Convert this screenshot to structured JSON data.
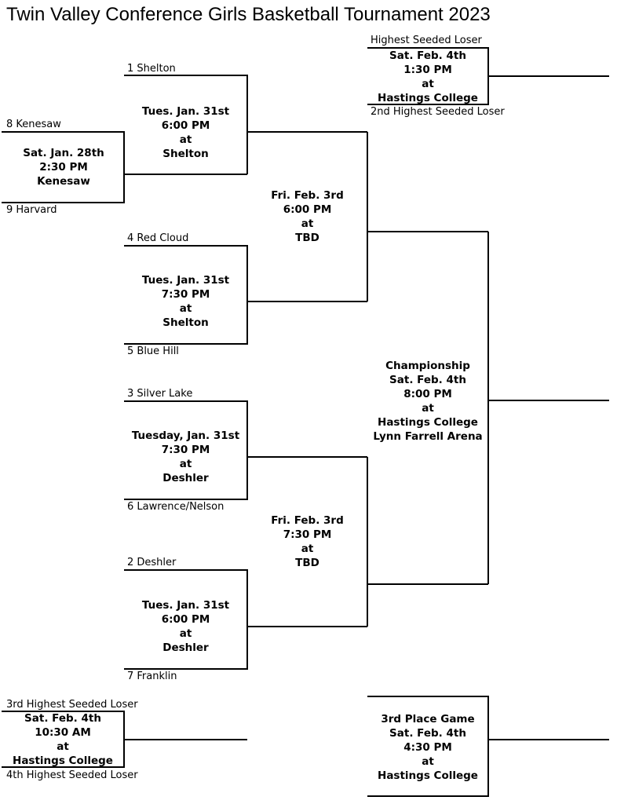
{
  "title": "Twin Valley Conference Girls Basketball Tournament 2023",
  "teams": {
    "t8": "8 Kenesaw",
    "t9": "9 Harvard",
    "t1": "1 Shelton",
    "t4": "4 Red Cloud",
    "t5": "5 Blue Hill",
    "t3": "3 Silver Lake",
    "t6": "6 Lawrence/Nelson",
    "t2": "2 Deshler",
    "t7": "7 Franklin",
    "highest_loser": "Highest Seeded Loser",
    "second_loser": "2nd Highest Seeded Loser",
    "third_loser": "3rd Highest Seeded Loser",
    "fourth_loser": "4th Highest Seeded Loser"
  },
  "games": {
    "prelim": [
      "Sat. Jan. 28th",
      "2:30 PM",
      "Kenesaw"
    ],
    "qf1": [
      "Tues. Jan. 31st",
      "6:00 PM",
      "at",
      "Shelton"
    ],
    "qf2": [
      "Tues. Jan. 31st",
      "7:30 PM",
      "at",
      "Shelton"
    ],
    "qf3": [
      "Tuesday, Jan. 31st",
      "7:30 PM",
      "at",
      "Deshler"
    ],
    "qf4": [
      "Tues. Jan. 31st",
      "6:00 PM",
      "at",
      "Deshler"
    ],
    "sf1": [
      "Fri. Feb. 3rd",
      "6:00 PM",
      "at",
      "TBD"
    ],
    "sf2": [
      "Fri. Feb. 3rd",
      "7:30 PM",
      "at",
      "TBD"
    ],
    "consolation_top": [
      "Sat. Feb. 4th",
      "1:30 PM",
      "at",
      "Hastings College"
    ],
    "consolation_bottom": [
      "Sat. Feb. 4th",
      "10:30 AM",
      "at",
      "Hastings College"
    ],
    "championship": [
      "Championship",
      "Sat. Feb. 4th",
      "8:00 PM",
      "at",
      "Hastings College",
      "Lynn Farrell Arena"
    ],
    "third_place": [
      "3rd Place Game",
      "Sat. Feb. 4th",
      "4:30 PM",
      "at",
      "Hastings College"
    ]
  }
}
